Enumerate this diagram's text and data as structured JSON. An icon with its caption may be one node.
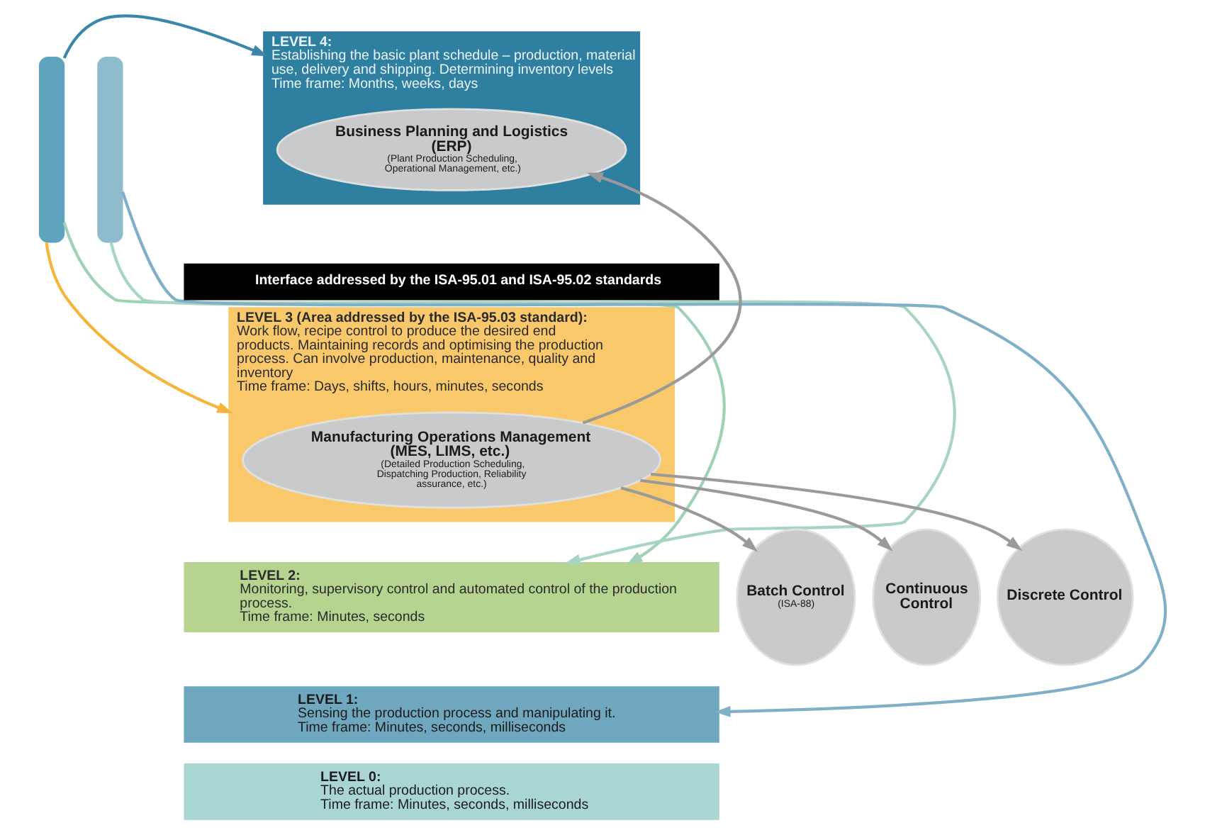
{
  "diagram": {
    "nodes": [
      {
        "text": [
          "LEVEL 4:",
          "Establishing the basic plant schedule – production, material use, delivery and shipping. Determining inventory levels",
          "Time frame: Months, weeks, days"
        ]
      },
      {
        "text": [
          "Business Planning and Logistics (ERP)",
          "(Plant Production Scheduling, Operational Management, etc.)"
        ],
        "in": 0
      },
      {
        "text": [
          "Interface addressed by the ISA-95.01 and ISA-95.02 standards"
        ]
      },
      {
        "text": [
          "LEVEL 3 (Area addressed by the ISA-95.03 standard):",
          "Work flow, recipe control to produce the desired end products. Maintaining records and optimising the production process. Can involve production, maintenance, quality and inventory",
          "Time frame: Days, shifts, hours, minutes, seconds"
        ]
      },
      {
        "text": [
          "Manufacturing Operations Management (MES, LIMS, etc.)",
          "(Detailed Production Scheduling, Dispatching Production, Reliability assurance, etc.)"
        ],
        "in": 3
      },
      {
        "text": [
          "LEVEL 2:",
          "Monitoring, supervisory control and automated control of the production process.",
          "Time frame: Minutes, seconds"
        ]
      },
      {
        "text": [
          "LEVEL 1:",
          "Sensing the production process and manipulating it.",
          "Time frame: Minutes, seconds, milliseconds"
        ]
      },
      {
        "text": [
          "LEVEL 0:",
          "The actual production process.",
          "Time frame: Minutes, seconds, milliseconds"
        ]
      },
      {
        "text": [
          "Batch Control",
          "(ISA-88)"
        ]
      },
      {
        "text": [
          "Continuous Control"
        ]
      },
      {
        "text": [
          "Discrete Control"
        ]
      },
      {
        "text": [],
        "shape": "bar"
      },
      {
        "text": [],
        "shape": "bar"
      }
    ],
    "edges": [
      {
        "from": 4,
        "to": 1,
        "arrow": "to"
      },
      {
        "from": 4,
        "to": 8,
        "arrow": "to"
      },
      {
        "from": 4,
        "to": 9,
        "arrow": "to"
      },
      {
        "from": 4,
        "to": 10,
        "arrow": "to"
      },
      {
        "from": 11,
        "to": 0,
        "arrow": "to",
        "color": "#3b87ab"
      },
      {
        "from": 11,
        "to": 3,
        "arrow": "to",
        "color": "#f5b43a"
      },
      {
        "from": 11,
        "to": 5,
        "arrow": "to",
        "color": "#9fd1b4"
      },
      {
        "from": 12,
        "to": 5,
        "arrow": "to",
        "color": "#a8d4c4"
      },
      {
        "from": 12,
        "to": 6,
        "arrow": "to",
        "color": "#7fb0c8"
      }
    ]
  }
}
